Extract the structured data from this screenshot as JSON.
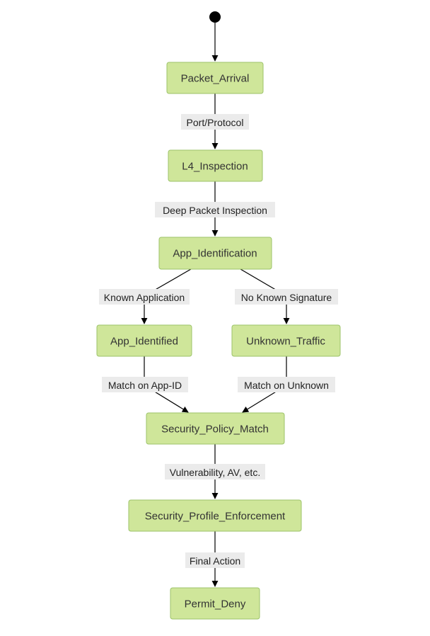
{
  "nodes": {
    "packet_arrival": "Packet_Arrival",
    "l4_inspection": "L4_Inspection",
    "app_identification": "App_Identification",
    "app_identified": "App_Identified",
    "unknown_traffic": "Unknown_Traffic",
    "security_policy_match": "Security_Policy_Match",
    "security_profile_enforcement": "Security_Profile_Enforcement",
    "permit_deny": "Permit_Deny"
  },
  "edges": {
    "port_protocol": "Port/Protocol",
    "deep_packet_inspection": "Deep Packet Inspection",
    "known_application": "Known Application",
    "no_known_signature": "No Known Signature",
    "match_on_app_id": "Match on App-ID",
    "match_on_unknown": "Match on Unknown",
    "vulnerability_av": "Vulnerability, AV, etc.",
    "final_action": "Final Action"
  },
  "colors": {
    "node_fill": "#cfe69a",
    "node_border": "#9cc36a",
    "label_background": "#ebebeb"
  }
}
